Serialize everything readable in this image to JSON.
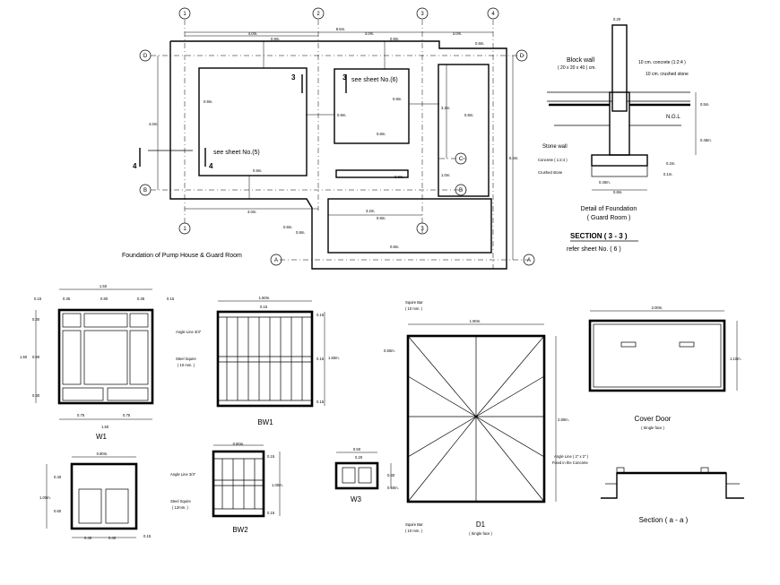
{
  "foundation_plan": {
    "title": "Foundation of Pump House & Guard Room",
    "grid_numbers": [
      "1",
      "2",
      "3",
      "4"
    ],
    "grid_letters": [
      "D",
      "C",
      "B",
      "A"
    ],
    "dims": [
      "4.0m.",
      "8.5m.",
      "3.0m.",
      "3.0m.",
      "0.9m.",
      "0.9m.",
      "0.9m.",
      "0.9m.",
      "0.9m.",
      "0.9m.",
      "0.8m.",
      "0.8m.",
      "0.8m.",
      "0.8m.",
      "0.8m.",
      "3.2m.",
      "1.0m.",
      "4.0m.",
      "6.4m.",
      "4.0m.",
      "3.2m.",
      "0.8m.",
      "0.8m.",
      "0.8m."
    ],
    "sheet_ref_a": "see sheet No.(6)",
    "sheet_ref_b": "see sheet No.(5)",
    "section_marks": [
      "3",
      "3",
      "4",
      "4"
    ]
  },
  "detail_foundation": {
    "title_line1": "Detail of Foundation",
    "title_line2": "( Guard Room )",
    "blockwall": "Block wall",
    "blockwall_size": "( 20 x 20 x 40 ) cm.",
    "concrete_top": "10 cm. concrete (1:2:4 )",
    "crushed_top": "10 cm. crushed stone",
    "ngl": "N.G.L",
    "stonewall": "Stone wall",
    "concrete_bottom": "Concrete ( 1:2:4 )",
    "crushed_bottom": "Crushed stone",
    "dims": [
      "0.20",
      "0.5m.",
      "0.45m.",
      "0.2m.",
      "0.1m.",
      "0.40m.",
      "0.8m."
    ]
  },
  "section_title": "SECTION ( 3 - 3 )",
  "section_ref": "refer sheet No. ( 6 )",
  "w1": {
    "label": "W1",
    "top_dims": [
      "1.50",
      "0.15",
      "0.35",
      "0.80",
      "0.35",
      "0.15"
    ],
    "left_dims": [
      "1.50",
      "0.30",
      "0.90",
      "0.30"
    ],
    "bottom_dims": [
      "0.75",
      "0.75",
      "1.50"
    ]
  },
  "bw1": {
    "label": "BW1",
    "top_dims": [
      "1.50m.",
      "0.15"
    ],
    "right_dims": [
      "0.15",
      "1.50m.",
      "0.15",
      "0.15"
    ],
    "angle_line": "Angle Line 3/4\"",
    "steel_squire": "Steel Squire",
    "steel_size": "( 10 mm. )"
  },
  "d1": {
    "label": "D1",
    "sublabel": "( Single face )",
    "squire_bar_top": "Squire Bar",
    "squire_bar_top_size": "( 10 mm. )",
    "squire_bar_bottom": "Squire Bar",
    "squire_bar_bottom_size": "( 10 mm. )",
    "dims": [
      "1.90m.",
      "0.50m.",
      "2.80m.",
      "0.50m."
    ]
  },
  "cover_door": {
    "label": "Cover Door",
    "sublabel": "( Single face )",
    "dims": [
      "2.00m.",
      "1.10m."
    ]
  },
  "section_aa": {
    "label": "Section ( a - a )",
    "angle_line": "Angle Line ( 2\" x 2\" )",
    "fixed": "Fixed in the Concrete"
  },
  "w2": {
    "top_dim": "0.80m.",
    "left_dims": [
      "0.40",
      "1.00m.",
      "0.60"
    ],
    "bottom_dims": [
      "0.40",
      "0.40",
      "0.15"
    ]
  },
  "bw2": {
    "label": "BW2",
    "top_dim": "0.80m.",
    "right_dims": [
      "0.15",
      "1.00m.",
      "0.15"
    ],
    "angle_line": "Angle Line 3/4\"",
    "steel_squire": "Steel Squire",
    "steel_size": "( 12mm. )"
  },
  "w3": {
    "label": "W3",
    "dims": [
      "0.50",
      "0.20",
      "0.40"
    ]
  }
}
